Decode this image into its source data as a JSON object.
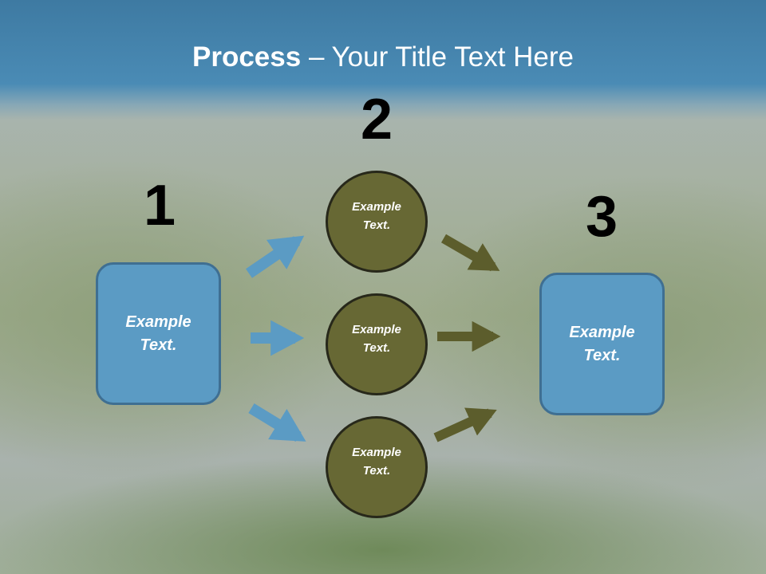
{
  "title": {
    "bold": "Process",
    "rest": " – Your Title Text Here"
  },
  "numbers": [
    "1",
    "2",
    "3"
  ],
  "start_box": {
    "line1": "Example",
    "line2": "Text."
  },
  "end_box": {
    "line1": "Example",
    "line2": "Text."
  },
  "circles": [
    {
      "line1": "Example",
      "line2": "Text."
    },
    {
      "line1": "Example",
      "line2": "Text."
    },
    {
      "line1": "Example",
      "line2": "Text."
    }
  ],
  "colors": {
    "blue": "#5b9bc4",
    "olive": "#676834",
    "header": "#4a8bb5"
  }
}
